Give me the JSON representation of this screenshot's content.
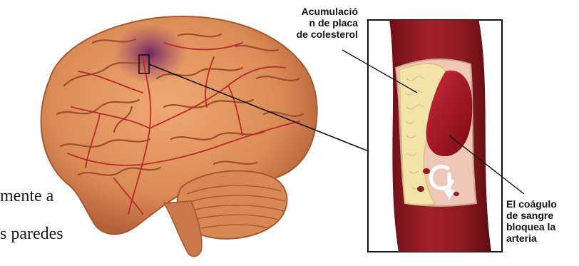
{
  "labels": {
    "plaque": [
      "Acumulació",
      "n de placa",
      "de colesterol"
    ],
    "clot": [
      "El coágulo",
      "de sangre",
      "bloquea la",
      "arteria"
    ]
  },
  "partial_text": [
    "mente a",
    "s paredes"
  ],
  "colors": {
    "brain": "#d98b55",
    "brain_shadow": "#b5623a",
    "vessel": "#c0262d",
    "artery": "#8e1b22",
    "plaque": "#f2e4a8",
    "clot": "#a8101e",
    "ischemia": "#7a2a6a"
  }
}
